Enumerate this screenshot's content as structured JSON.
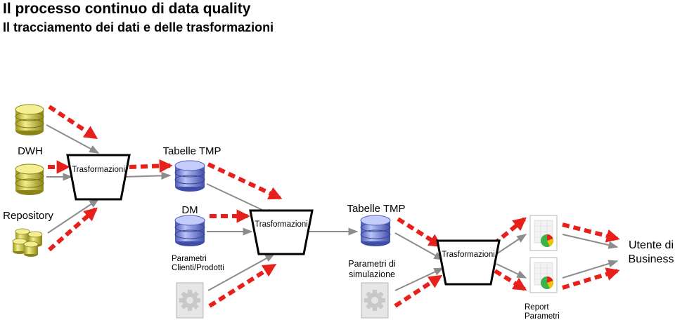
{
  "title": "Il processo continuo di data quality",
  "subtitle": "Il tracciamento dei dati e delle trasformazioni",
  "labels": {
    "dwh": "DWH",
    "repository": "Repository",
    "tabelle_tmp_1": "Tabelle TMP",
    "dm": "DM",
    "tabelle_tmp_2": "Tabelle TMP",
    "parametri_clienti_l1": "Parametri",
    "parametri_clienti_l2": "Clienti/Prodotti",
    "parametri_sim_l1": "Parametri di",
    "parametri_sim_l2": "simulazione",
    "report_l1": "Report",
    "report_l2": "Parametri",
    "utente_l1": "Utente di",
    "utente_l2": "Business",
    "trasf_1": "Trasformazioni",
    "trasf_2": "Trasformazioni",
    "trasf_3": "Trasformazioni"
  },
  "colors": {
    "dashed_arrow": "#e8201c",
    "solid_arrow": "#8c8c8c",
    "source_db": "#d8d24a",
    "tmp_db": "#7f8fde"
  },
  "icons": [
    "database-gold-icon",
    "database-blue-icon",
    "gear-document-icon",
    "report-pie-chart-icon"
  ]
}
